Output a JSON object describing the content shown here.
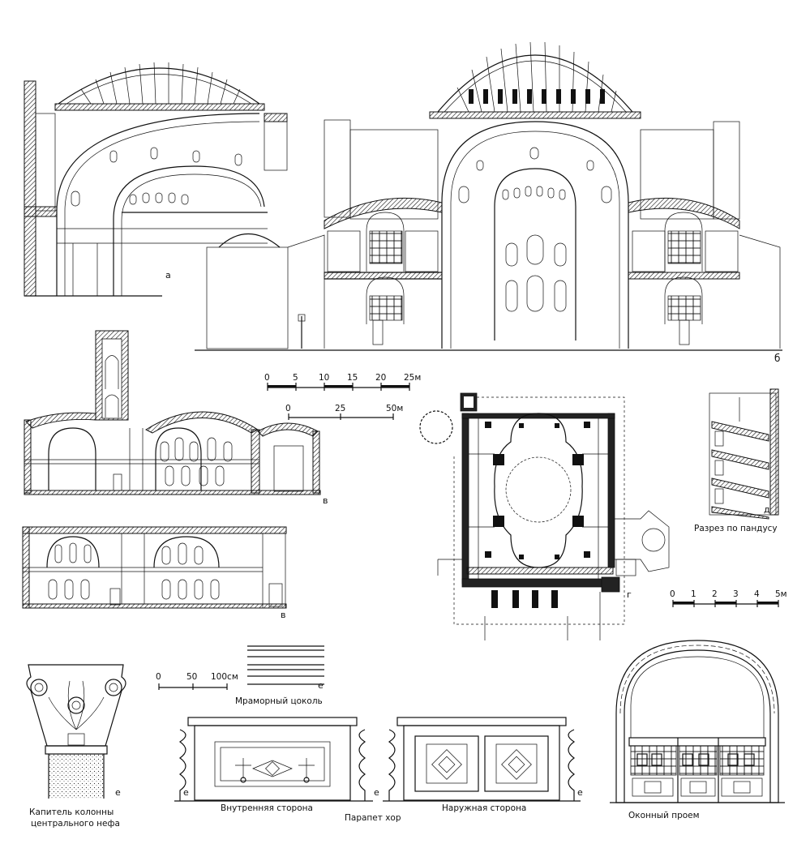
{
  "labels": {
    "a": "а",
    "b": "б",
    "v1": "в",
    "v2": "в",
    "g": "г",
    "d": "д",
    "e1": "е",
    "e2": "е",
    "e3": "е",
    "e4": "е",
    "e5": "е"
  },
  "captions": {
    "ramp_section": "Разрез по пандусу",
    "marble_plinth": "Мраморный цоколь",
    "capital_line1": "Капитель колонны",
    "capital_line2": "центрального нефа",
    "inner_side": "Внутренняя сторона",
    "choir_parapet": "Парапет хор",
    "outer_side": "Наружная сторона",
    "window_opening": "Оконный проем"
  },
  "scales": {
    "scale_25m": {
      "ticks": [
        "0",
        "5",
        "10",
        "15",
        "20",
        "25м"
      ]
    },
    "scale_50m": {
      "ticks": [
        "0",
        "25",
        "50м"
      ]
    },
    "scale_5m": {
      "ticks": [
        "0",
        "1",
        "2",
        "3",
        "4",
        "5м"
      ]
    },
    "scale_100cm": {
      "ticks": [
        "0",
        "50",
        "100см"
      ]
    }
  }
}
